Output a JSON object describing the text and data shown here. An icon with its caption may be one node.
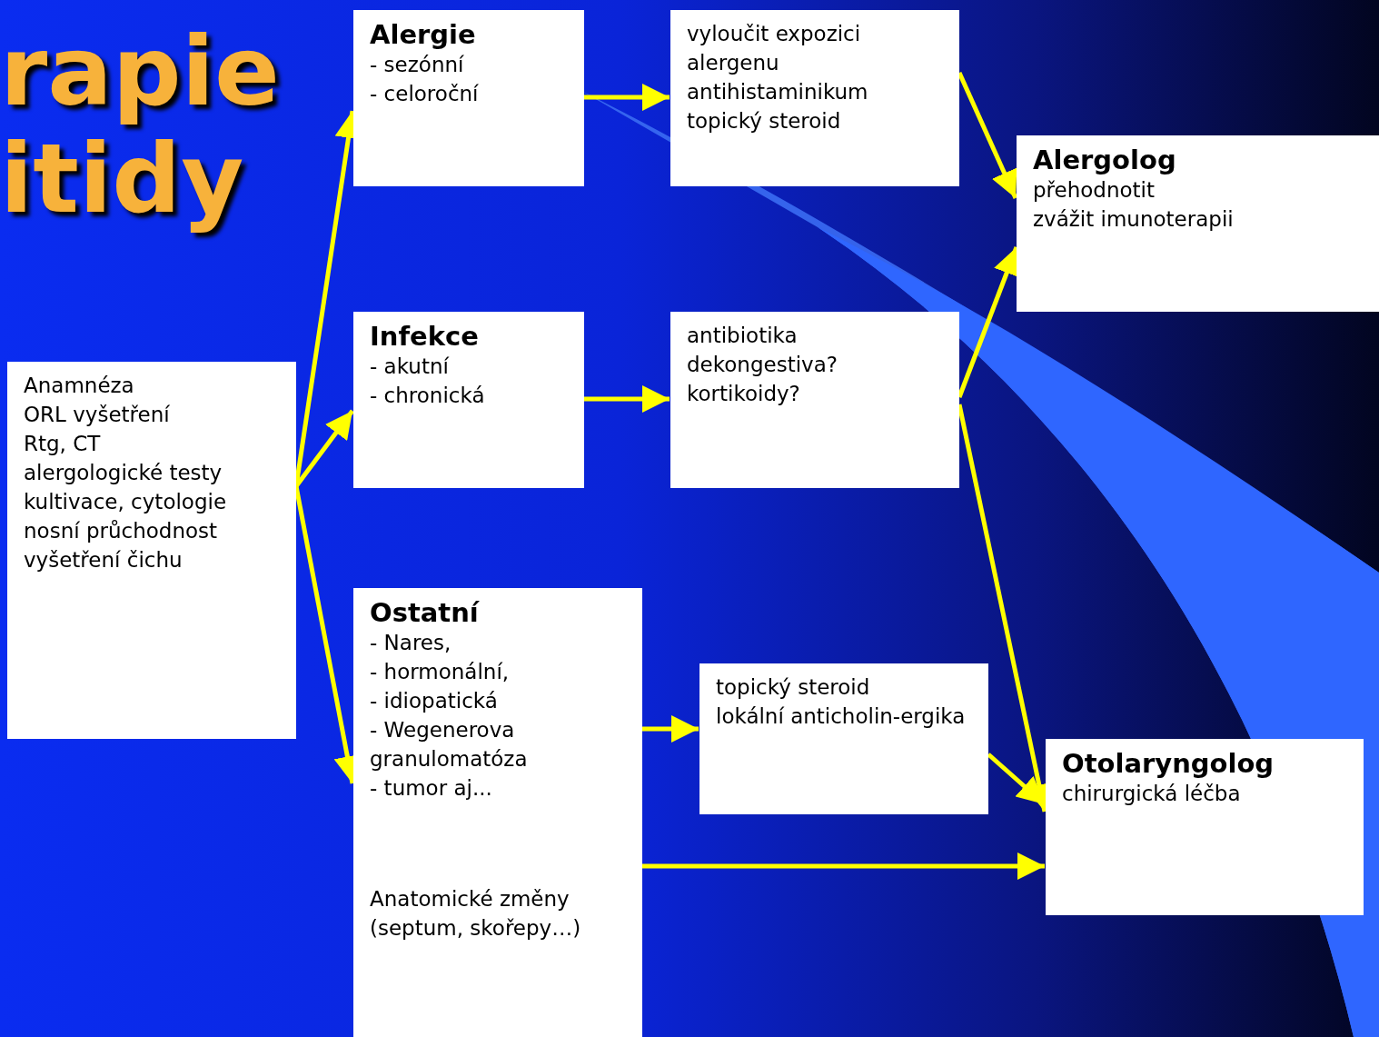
{
  "diagram": {
    "title": "rapie itidy",
    "nodes": [
      {
        "text": [
          "Anamnéza",
          "ORL vyšetření",
          "Rtg, CT",
          "alergologické testy",
          "kultivace, cytologie",
          "nosní průchodnost",
          "vyšetření čichu"
        ]
      },
      {
        "text": [
          "Alergie",
          "- sezónní",
          "- celoroční"
        ]
      },
      {
        "text": [
          "vyloučit expozici alergenu",
          "antihistaminikum",
          "topický steroid"
        ]
      },
      {
        "text": [
          "Alergolog",
          "přehodnotit",
          "zvážit imunoterapii"
        ]
      },
      {
        "text": [
          "Infekce",
          "- akutní",
          "- chronická"
        ]
      },
      {
        "text": [
          "antibiotika",
          "dekongestiva?",
          "kortikoidy?"
        ]
      },
      {
        "text": [
          "Ostatní",
          "- Nares,",
          "- hormonální,",
          "- idiopatická",
          "- Wegenerova granulomatóza",
          "- tumor aj...",
          "Anatomické změny (septum, skořepy…)"
        ]
      },
      {
        "text": [
          "topický steroid",
          "lokální anticholin-ergika"
        ]
      },
      {
        "text": [
          "Otolaryngolog",
          "chirurgická léčba"
        ]
      }
    ],
    "edges": [
      {
        "from": 0,
        "to": 1,
        "arrow": "to"
      },
      {
        "from": 0,
        "to": 4,
        "arrow": "to"
      },
      {
        "from": 0,
        "to": 6,
        "arrow": "to"
      },
      {
        "from": 1,
        "to": 2,
        "arrow": "to"
      },
      {
        "from": 4,
        "to": 5,
        "arrow": "to"
      },
      {
        "from": 2,
        "to": 3,
        "arrow": "to"
      },
      {
        "from": 5,
        "to": 3,
        "arrow": "to"
      },
      {
        "from": 5,
        "to": 8,
        "arrow": "to"
      },
      {
        "from": 6,
        "to": 7,
        "arrow": "to"
      },
      {
        "from": 7,
        "to": 8,
        "arrow": "to"
      },
      {
        "from": 6,
        "to": 8,
        "arrow": "to"
      }
    ]
  }
}
